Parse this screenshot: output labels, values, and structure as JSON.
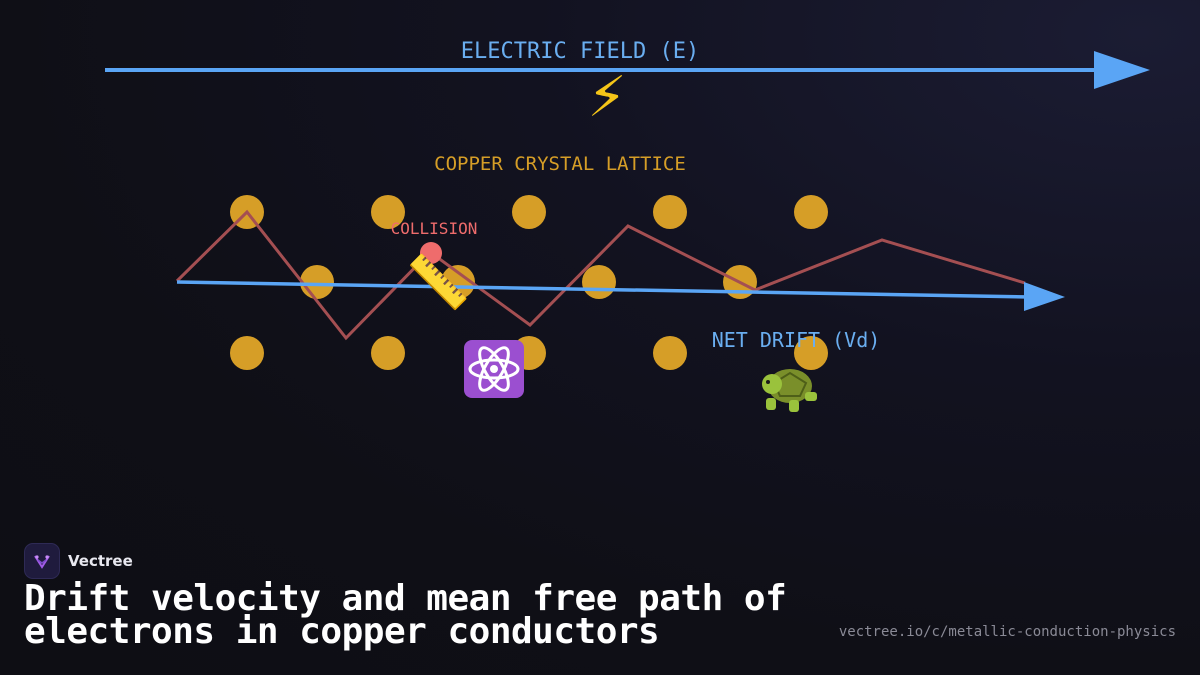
{
  "diagram": {
    "field_label": "ELECTRIC FIELD (E)",
    "field_icon": "⚡",
    "lattice_label": "COPPER CRYSTAL LATTICE",
    "collision_label": "COLLISION",
    "collision_icon": "📏",
    "atom_icon": "⚛️",
    "drift_label": "NET DRIFT (Vd)",
    "drift_icon": "🐢",
    "colors": {
      "field": "#5aa5f5",
      "lattice_ion": "#d69e27",
      "path": "#a44f52",
      "collision": "#ef6c6c",
      "drift": "#5aa5f5"
    }
  },
  "brand": {
    "name": "Vectree",
    "icon": "vectree-logo-icon"
  },
  "title": "Drift velocity and mean free path of electrons in copper conductors",
  "url": "vectree.io/c/metallic-conduction-physics"
}
